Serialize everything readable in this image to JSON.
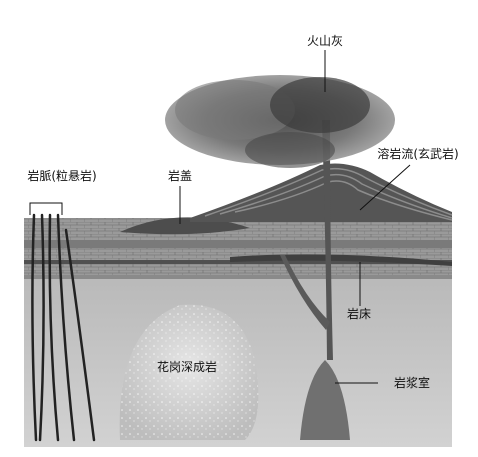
{
  "labels": {
    "volcanic_ash": "火山灰",
    "lava_flow": "溶岩流(玄武岩)",
    "dike": "岩脈(粒悬岩)",
    "laccolith": "岩盖",
    "sill": "岩床",
    "granite_pluton": "花岗深成岩",
    "magma_chamber": "岩浆室"
  },
  "colors": {
    "background": "#ffffff",
    "ink": "#111111",
    "rock_light": "#c9c9c9",
    "rock_dark": "#5a5a5a",
    "magma": "#6e6e6e"
  }
}
